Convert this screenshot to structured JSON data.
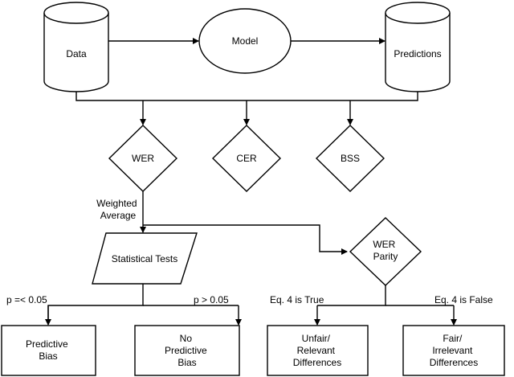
{
  "nodes": {
    "data": "Data",
    "model": "Model",
    "predictions": "Predictions",
    "wer": "WER",
    "cer": "CER",
    "bss": "BSS",
    "statistical_tests": "Statistical Tests",
    "wer_parity": [
      "WER",
      "Parity"
    ],
    "predictive_bias": [
      "Predictive",
      "Bias"
    ],
    "no_predictive_bias": [
      "No",
      "Predictive",
      "Bias"
    ],
    "unfair": [
      "Unfair/",
      "Relevant",
      "Differences"
    ],
    "fair": [
      "Fair/",
      "Irrelevant",
      "Differences"
    ]
  },
  "edge_labels": {
    "weighted_average": [
      "Weighted",
      "Average"
    ],
    "p_low": "p =< 0.05",
    "p_high": "p > 0.05",
    "eq_true": "Eq. 4 is True",
    "eq_false": "Eq. 4 is False"
  }
}
